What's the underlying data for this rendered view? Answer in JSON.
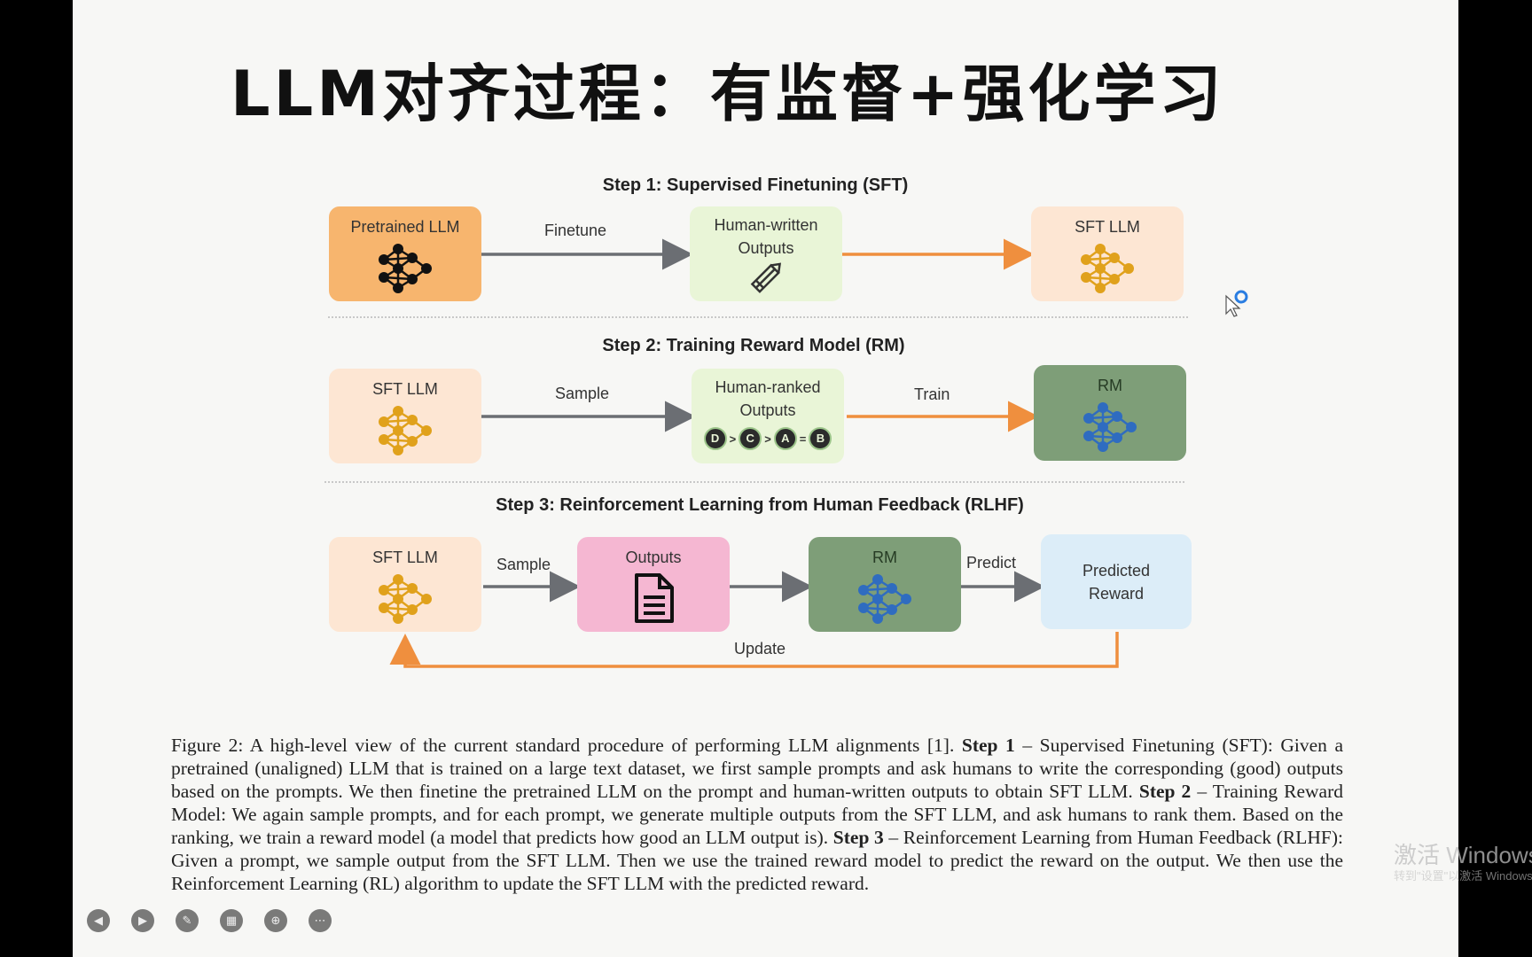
{
  "title": "LLM对齐过程：有监督+强化学习",
  "step1": {
    "title": "Step 1: Supervised Finetuning (SFT)",
    "pretrained": "Pretrained LLM",
    "finetune": "Finetune",
    "human_written": "Human-written",
    "outputs": "Outputs",
    "sft_llm": "SFT LLM"
  },
  "step2": {
    "title": "Step 2: Training Reward Model (RM)",
    "sft_llm": "SFT LLM",
    "sample": "Sample",
    "human_ranked": "Human-ranked",
    "outputs": "Outputs",
    "ranking": [
      "D",
      ">",
      "C",
      ">",
      "A",
      "=",
      "B"
    ],
    "train": "Train",
    "rm": "RM"
  },
  "step3": {
    "title": "Step 3: Reinforcement Learning from Human Feedback (RLHF)",
    "sft_llm": "SFT LLM",
    "sample": "Sample",
    "outputs": "Outputs",
    "rm": "RM",
    "predict": "Predict",
    "predicted": "Predicted",
    "reward": "Reward",
    "update": "Update"
  },
  "caption": {
    "p1": "Figure 2: A high-level view of the current standard procedure of performing LLM alignments [1]. ",
    "b1": "Step 1",
    "p2": " – Supervised Finetuning (SFT): Given a pretrained (unaligned) LLM that is trained on a large text dataset, we first sample prompts and ask humans to write the corresponding (good) outputs based on the prompts. We then finetine the pretrained LLM on the prompt and human-written outputs to obtain SFT LLM. ",
    "b2": "Step 2",
    "p3": " – Training Reward Model: We again sample prompts, and for each prompt, we generate multiple outputs from the SFT LLM, and ask humans to rank them. Based on the ranking, we train a reward model (a model that predicts how good an LLM output is). ",
    "b3": "Step 3",
    "p4": " – Reinforcement Learning from Human Feedback (RLHF): Given a prompt, we sample output from the SFT LLM. Then we use the trained reward model to predict the reward on the output. We then use the Reinforcement Learning (RL) algorithm to update the SFT LLM with the predicted reward."
  },
  "watermark": {
    "line1": "激活 Windows",
    "line2": "转到\"设置\"以激活 Windows。"
  },
  "colors": {
    "arrow_gray": "#6b6e73",
    "arrow_orange": "#ef8f3e",
    "node_black": "#111111",
    "node_gold": "#e0a11b",
    "node_blue": "#2f6cc0"
  },
  "icons": {
    "network": "neural-network-icon",
    "pencil": "pencil-icon",
    "document": "document-icon"
  }
}
